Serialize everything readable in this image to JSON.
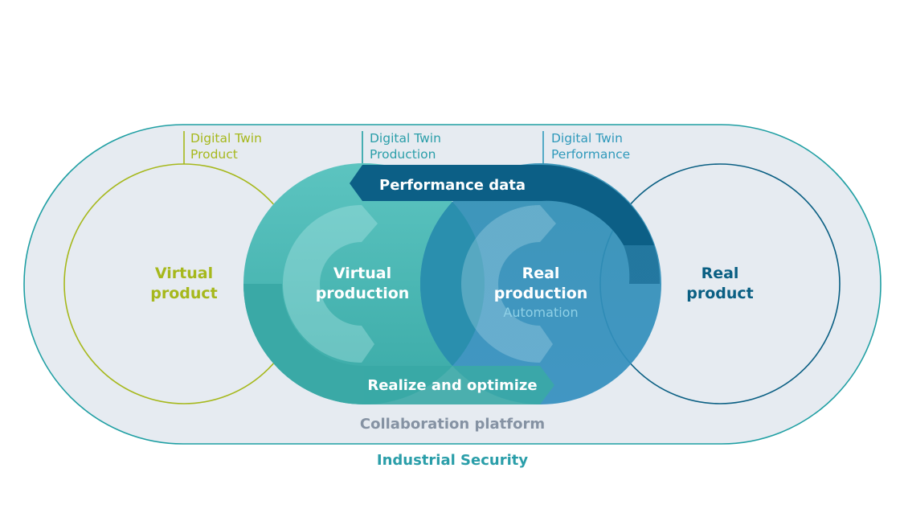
{
  "labels": {
    "dt_product_line1": "Digital Twin",
    "dt_product_line2": "Product",
    "dt_production_line1": "Digital Twin",
    "dt_production_line2": "Production",
    "dt_performance_line1": "Digital Twin",
    "dt_performance_line2": "Performance",
    "performance_data": "Performance data",
    "virtual_product_line1": "Virtual",
    "virtual_product_line2": "product",
    "virtual_production_line1": "Virtual",
    "virtual_production_line2": "production",
    "real_production_line1": "Real",
    "real_production_line2": "production",
    "real_production_line3": "Automation",
    "real_product_line1": "Real",
    "real_product_line2": "product",
    "realize_optimize": "Realize and optimize",
    "collaboration_platform": "Collaboration platform",
    "industrial_security": "Industrial Security"
  },
  "colors": {
    "platform_fill": "#e6ebf1",
    "platform_stroke": "#1f9fa3",
    "virtual_product": "#a6b81c",
    "real_product": "#0a5f83",
    "teal": "#4fbcb9",
    "blue": "#2e8cb4",
    "dark_blue": "#0c5f86",
    "label_teal": "#2a9ea9",
    "label_blue": "#2f99bb",
    "gray_text": "#8592a3",
    "automation": "#8fd0e6"
  }
}
